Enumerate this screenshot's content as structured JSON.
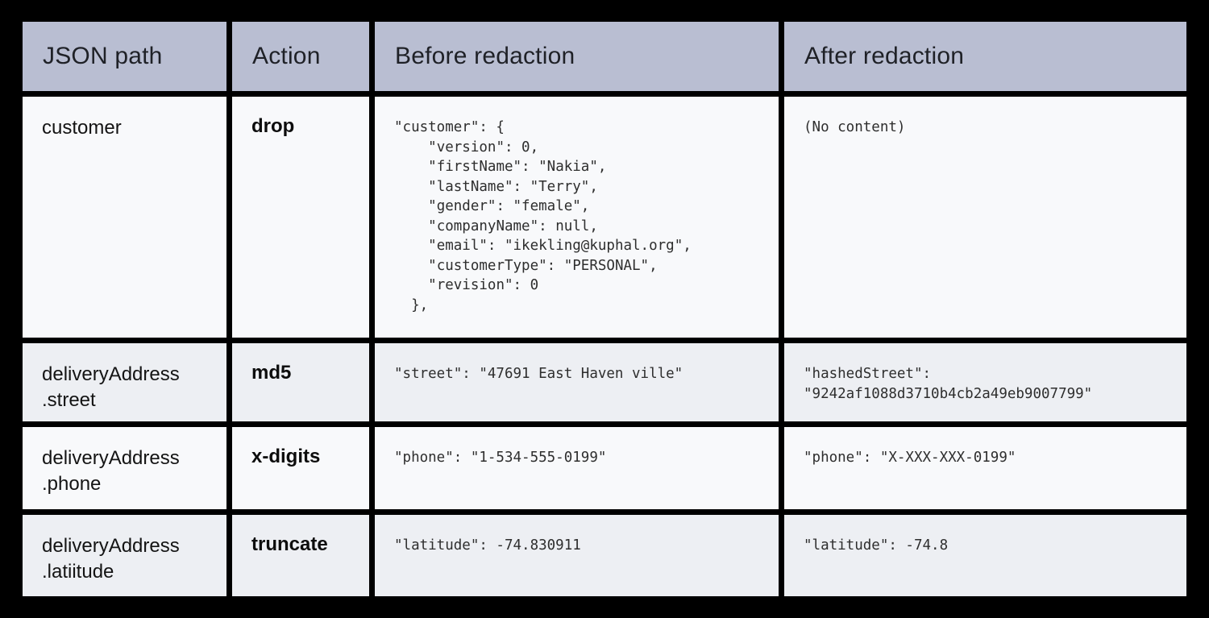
{
  "table": {
    "headers": [
      "JSON path",
      "Action",
      "Before redaction",
      "After redaction"
    ],
    "rows": [
      {
        "json_path": "customer",
        "action": "drop",
        "before": "\"customer\": {\n    \"version\": 0,\n    \"firstName\": \"Nakia\",\n    \"lastName\": \"Terry\",\n    \"gender\": \"female\",\n    \"companyName\": null,\n    \"email\": \"ikekling@kuphal.org\",\n    \"customerType\": \"PERSONAL\",\n    \"revision\": 0\n  },",
        "after": "(No content)"
      },
      {
        "json_path": "deliveryAddress\n.street",
        "action": "md5",
        "before": "\"street\": \"47691 East Haven ville\"",
        "after": "\"hashedStreet\":\n\"9242af1088d3710b4cb2a49eb9007799\""
      },
      {
        "json_path": "deliveryAddress\n.phone",
        "action": "x-digits",
        "before": "\"phone\": \"1-534-555-0199\"",
        "after": "\"phone\": \"X-XXX-XXX-0199\""
      },
      {
        "json_path": "deliveryAddress\n.latiitude",
        "action": "truncate",
        "before": "\"latitude\": -74.830911",
        "after": "\"latitude\": -74.8"
      }
    ]
  },
  "colors": {
    "background": "#000000",
    "header_bg": "#b9bed2",
    "row_odd_bg": "#f8f9fb",
    "row_even_bg": "#edeff3",
    "header_text": "#1f2127",
    "body_text": "#141414",
    "code_text": "#2e2e2e"
  }
}
